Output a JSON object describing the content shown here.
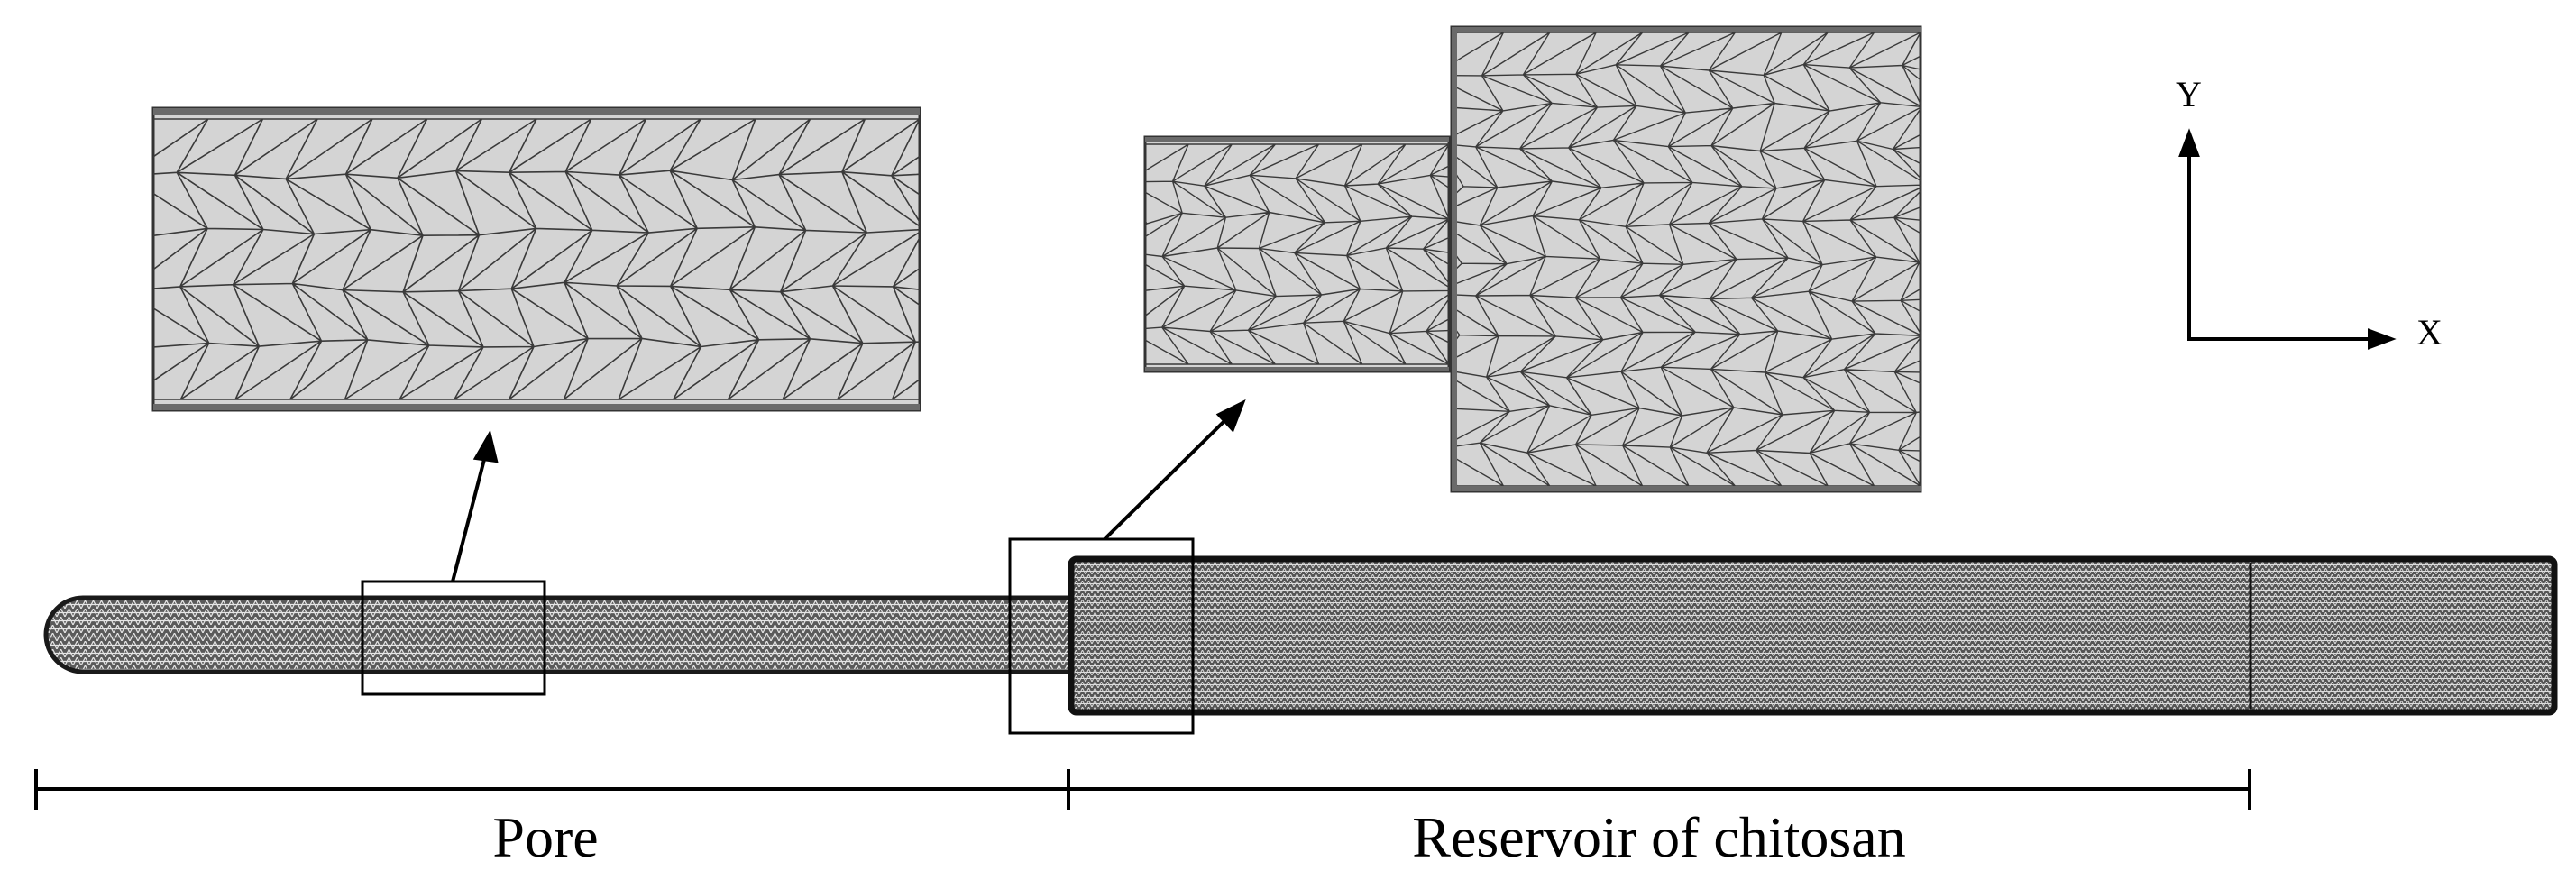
{
  "figure": {
    "labels": {
      "pore": "Pore",
      "reservoir": "Reservoir of chitosan",
      "axis_x": "X",
      "axis_y": "Y"
    },
    "colors": {
      "mesh_fill": "#d4d4d4",
      "mesh_line": "#3a3a3a",
      "dense_mesh": "#4a4a4a",
      "ink": "#000000"
    }
  }
}
